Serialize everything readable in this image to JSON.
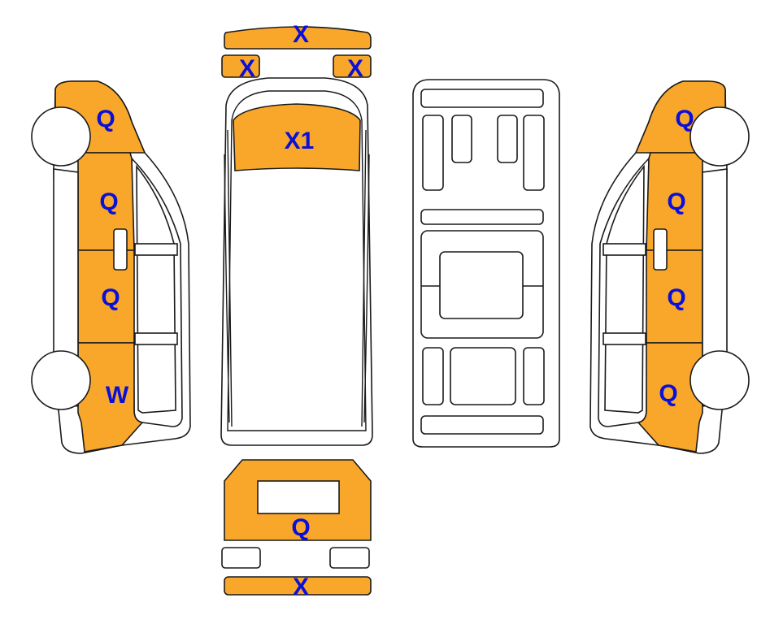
{
  "colors": {
    "damage_fill": "#f9a72b",
    "label_text": "#0a10d8",
    "outline": "#1a1a1a",
    "background": "#ffffff"
  },
  "labels": {
    "roof_front_bar": "X",
    "mirror_left": "X",
    "mirror_right": "X",
    "windshield": "X1",
    "left_front_fender": "Q",
    "left_front_door": "Q",
    "left_rear_door": "Q",
    "left_rear_panel": "W",
    "right_front_fender": "Q",
    "right_front_door": "Q",
    "right_rear_door": "Q",
    "right_rear_panel": "Q",
    "rear_door": "Q",
    "rear_bumper": "X"
  }
}
